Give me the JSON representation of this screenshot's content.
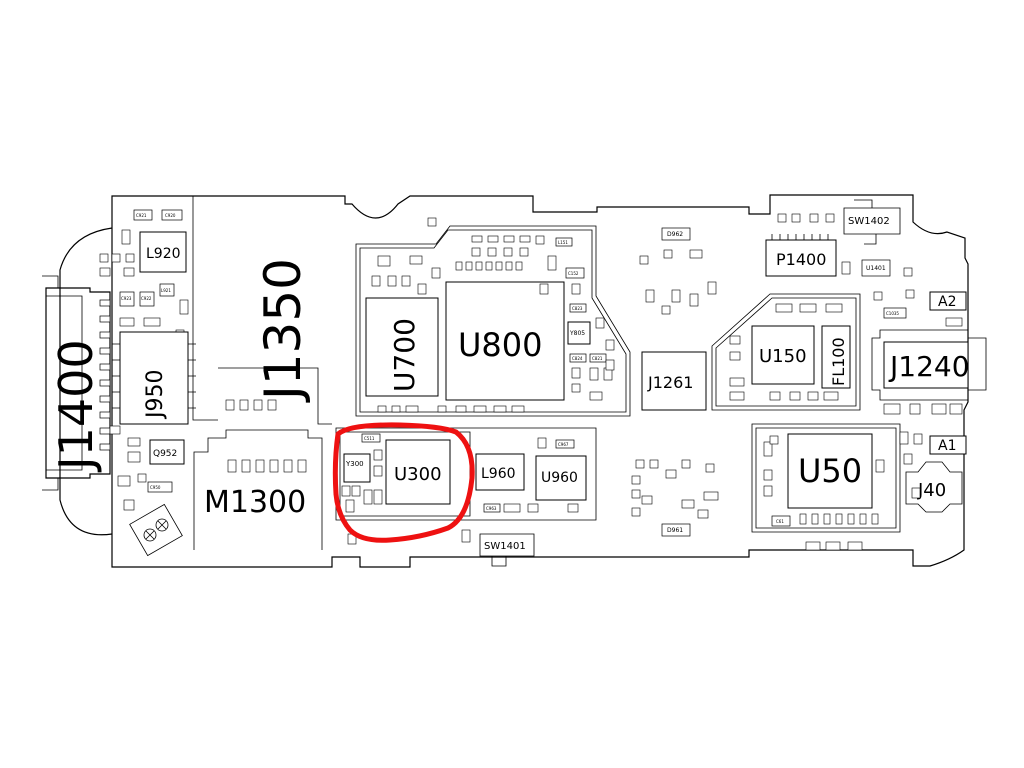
{
  "board": {
    "highlight_color": "#ee1111",
    "line_color": "#000000",
    "components": {
      "J1400": "J1400",
      "J1350": "J1350",
      "L920": "L920",
      "J950": "J950",
      "Q952": "Q952",
      "M1300": "M1300",
      "U700": "U700",
      "U800": "U800",
      "Y805": "Y805",
      "J1261": "J1261",
      "U150": "U150",
      "FL100": "FL100",
      "P1400": "P1400",
      "SW1402": "SW1402",
      "A2": "A2",
      "J1240": "J1240",
      "A1": "A1",
      "J40": "J40",
      "U50": "U50",
      "U300": "U300",
      "Y300": "Y300",
      "L960": "L960",
      "U960": "U960",
      "SW1401": "SW1401",
      "D962": "D962",
      "D961": "D961",
      "U1401": "U1401",
      "C921": "C921",
      "C920": "C920",
      "C923": "C923",
      "C922": "C922",
      "L921": "L921",
      "C511": "C511",
      "C967": "C967",
      "L151": "L151",
      "C152": "C152",
      "C823": "C823",
      "C824": "C824",
      "C821": "C821",
      "C61": "C61",
      "C1035": "C1035",
      "C950": "C950",
      "C963": "C963"
    }
  }
}
